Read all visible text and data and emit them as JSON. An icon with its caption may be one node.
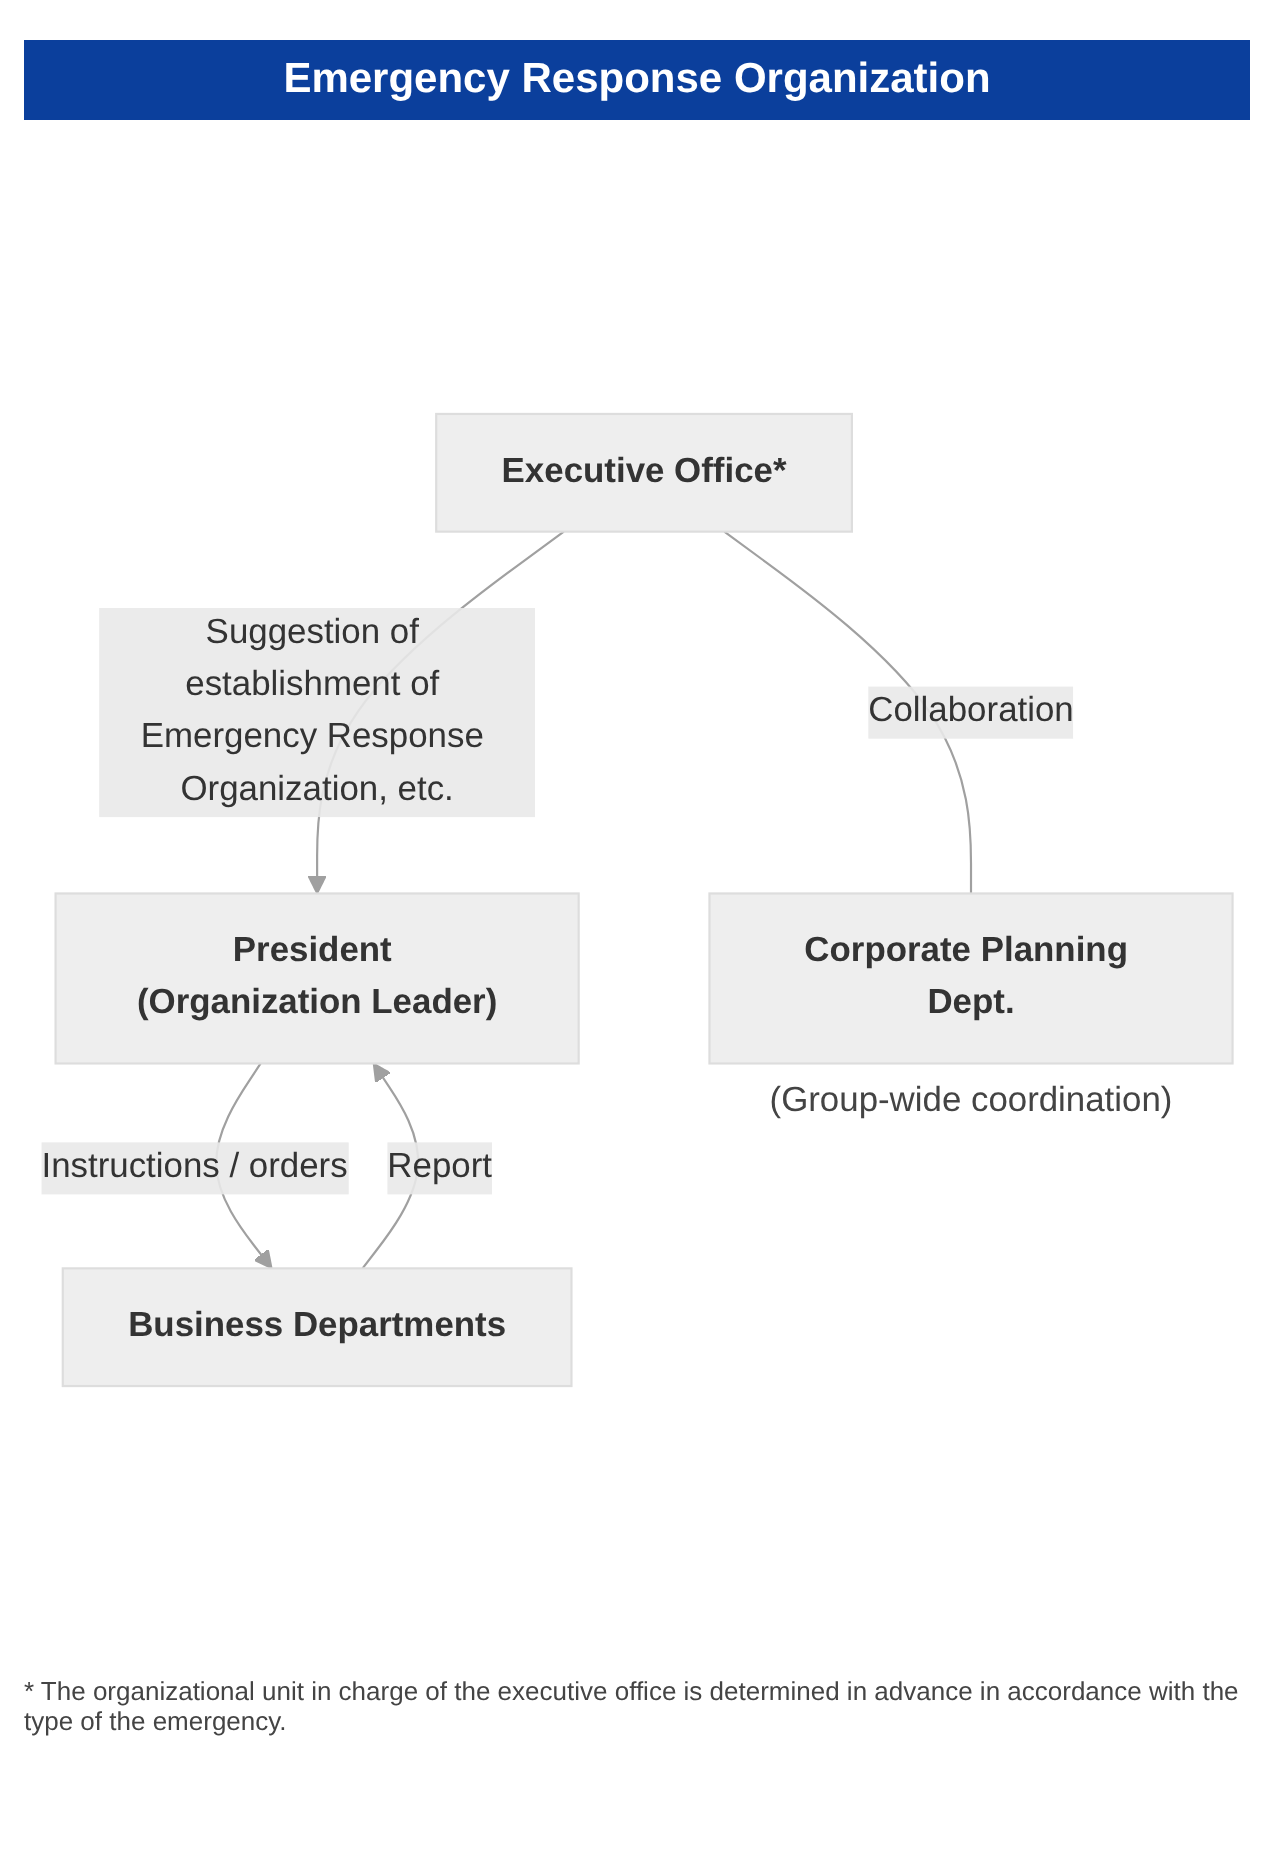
{
  "diagram": {
    "title": "Emergency Response Organization",
    "nodes": [
      {
        "text": [
          "President (Organization Leader)"
        ]
      },
      {
        "text": [
          "Executive Office*"
        ]
      },
      {
        "text": [
          "Business Departments"
        ]
      },
      {
        "text": [
          "Corporate Planning Dept."
        ],
        "beside": [
          "(Group-wide coordination)"
        ]
      }
    ],
    "edges": [
      {
        "from": 1,
        "to": 0,
        "arrow": "to",
        "label": "Suggestion of establishment of Emergency Response Organization, etc."
      },
      {
        "from": 0,
        "to": 2,
        "arrow": "to",
        "label": "Instructions / orders"
      },
      {
        "from": 2,
        "to": 0,
        "arrow": "to",
        "label": "Report"
      },
      {
        "from": 1,
        "to": 3,
        "arrow": "none",
        "label": "Collaboration"
      }
    ],
    "labels": [
      "* The organizational unit in charge of the executive office is determined in advance in accordance with the type of the emergency."
    ]
  }
}
